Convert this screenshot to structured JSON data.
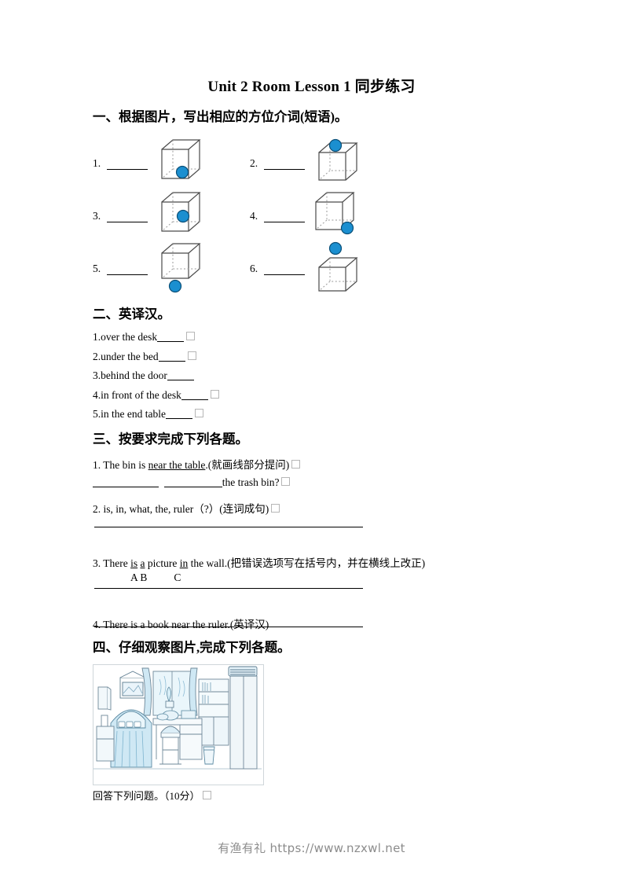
{
  "document": {
    "title": "Unit 2 Room Lesson 1 同步练习",
    "background_color": "#ffffff",
    "text_color": "#000000"
  },
  "sections": {
    "one": {
      "heading": "一、根据图片，写出相应的方位介词(短语)。",
      "items": [
        {
          "number": "1.",
          "ball_position": "inside-bottom-right",
          "icon": "cube-ball-in"
        },
        {
          "number": "2.",
          "ball_position": "on-top-face",
          "icon": "cube-ball-on"
        },
        {
          "number": "3.",
          "ball_position": "inside-center-right",
          "icon": "cube-ball-in-middle"
        },
        {
          "number": "4.",
          "ball_position": "outside-bottom-right",
          "icon": "cube-ball-beside"
        },
        {
          "number": "5.",
          "ball_position": "below-cube",
          "icon": "cube-ball-under"
        },
        {
          "number": "6.",
          "ball_position": "above-cube",
          "icon": "cube-ball-over"
        }
      ],
      "ball_color": "#1b8fd0",
      "ball_outline_color": "#0a4f78",
      "cube_line_color": "#4a4a4a"
    },
    "two": {
      "heading": "二、英译汉。",
      "items": [
        {
          "text": "1.over the desk",
          "has_box": true
        },
        {
          "text": "2.under the bed",
          "has_box": true
        },
        {
          "text": "3.behind the door",
          "has_box": false
        },
        {
          "text": "4.in front of the desk",
          "has_box": true
        },
        {
          "text": "5.in the end table",
          "has_box": true
        }
      ]
    },
    "three": {
      "heading": "三、按要求完成下列各题。",
      "q1": {
        "prefix": "1. The bin is ",
        "underlined": "near the table",
        "suffix": ".(就画线部分提问)",
        "has_box": true,
        "answer_tail": "the trash bin?",
        "answer_has_box": true
      },
      "q2": {
        "text": "2. is, in, what, the, ruler（?）(连词成句)",
        "has_box": true
      },
      "q3": {
        "prefix": "3. There ",
        "u1": "is",
        "mid1": " ",
        "u2": "a",
        "mid2": " picture ",
        "u3": "in",
        "suffix": " the wall.(把错误选项写在括号内，并在横线上改正)",
        "labels_ab": "A B",
        "label_c": "C"
      },
      "q4": {
        "text": "4. There is a book near the ruler.(英译汉)"
      }
    },
    "four": {
      "heading": "四、仔细观察图片,完成下列各题。",
      "image_alt": "bedroom-illustration",
      "caption": "回答下列问题。（10分）",
      "caption_has_box": true
    }
  },
  "footer": {
    "watermark": "有渔有礼 https://www.nzxwl.net",
    "color": "#8c8c8c"
  }
}
